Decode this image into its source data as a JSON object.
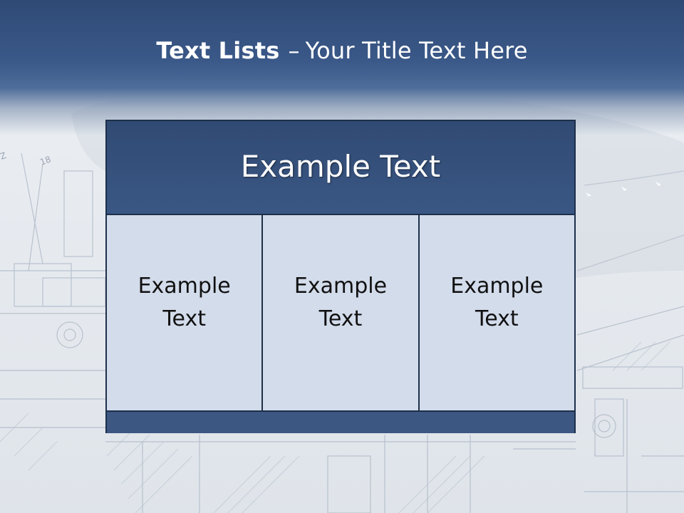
{
  "slide": {
    "title_bold": "Text Lists",
    "title_separator": "–",
    "title_rest": "Your Title Text Here",
    "panel": {
      "heading": "Example Text",
      "columns": [
        {
          "text": "Example Text"
        },
        {
          "text": "Example Text"
        },
        {
          "text": "Example Text"
        }
      ]
    },
    "background_labels": [
      "Z",
      "18"
    ]
  },
  "colors": {
    "header_blue": "#3a5888",
    "panel_dark": "#3c5782",
    "panel_light": "#d3dceb",
    "border": "#1e2f4a"
  }
}
